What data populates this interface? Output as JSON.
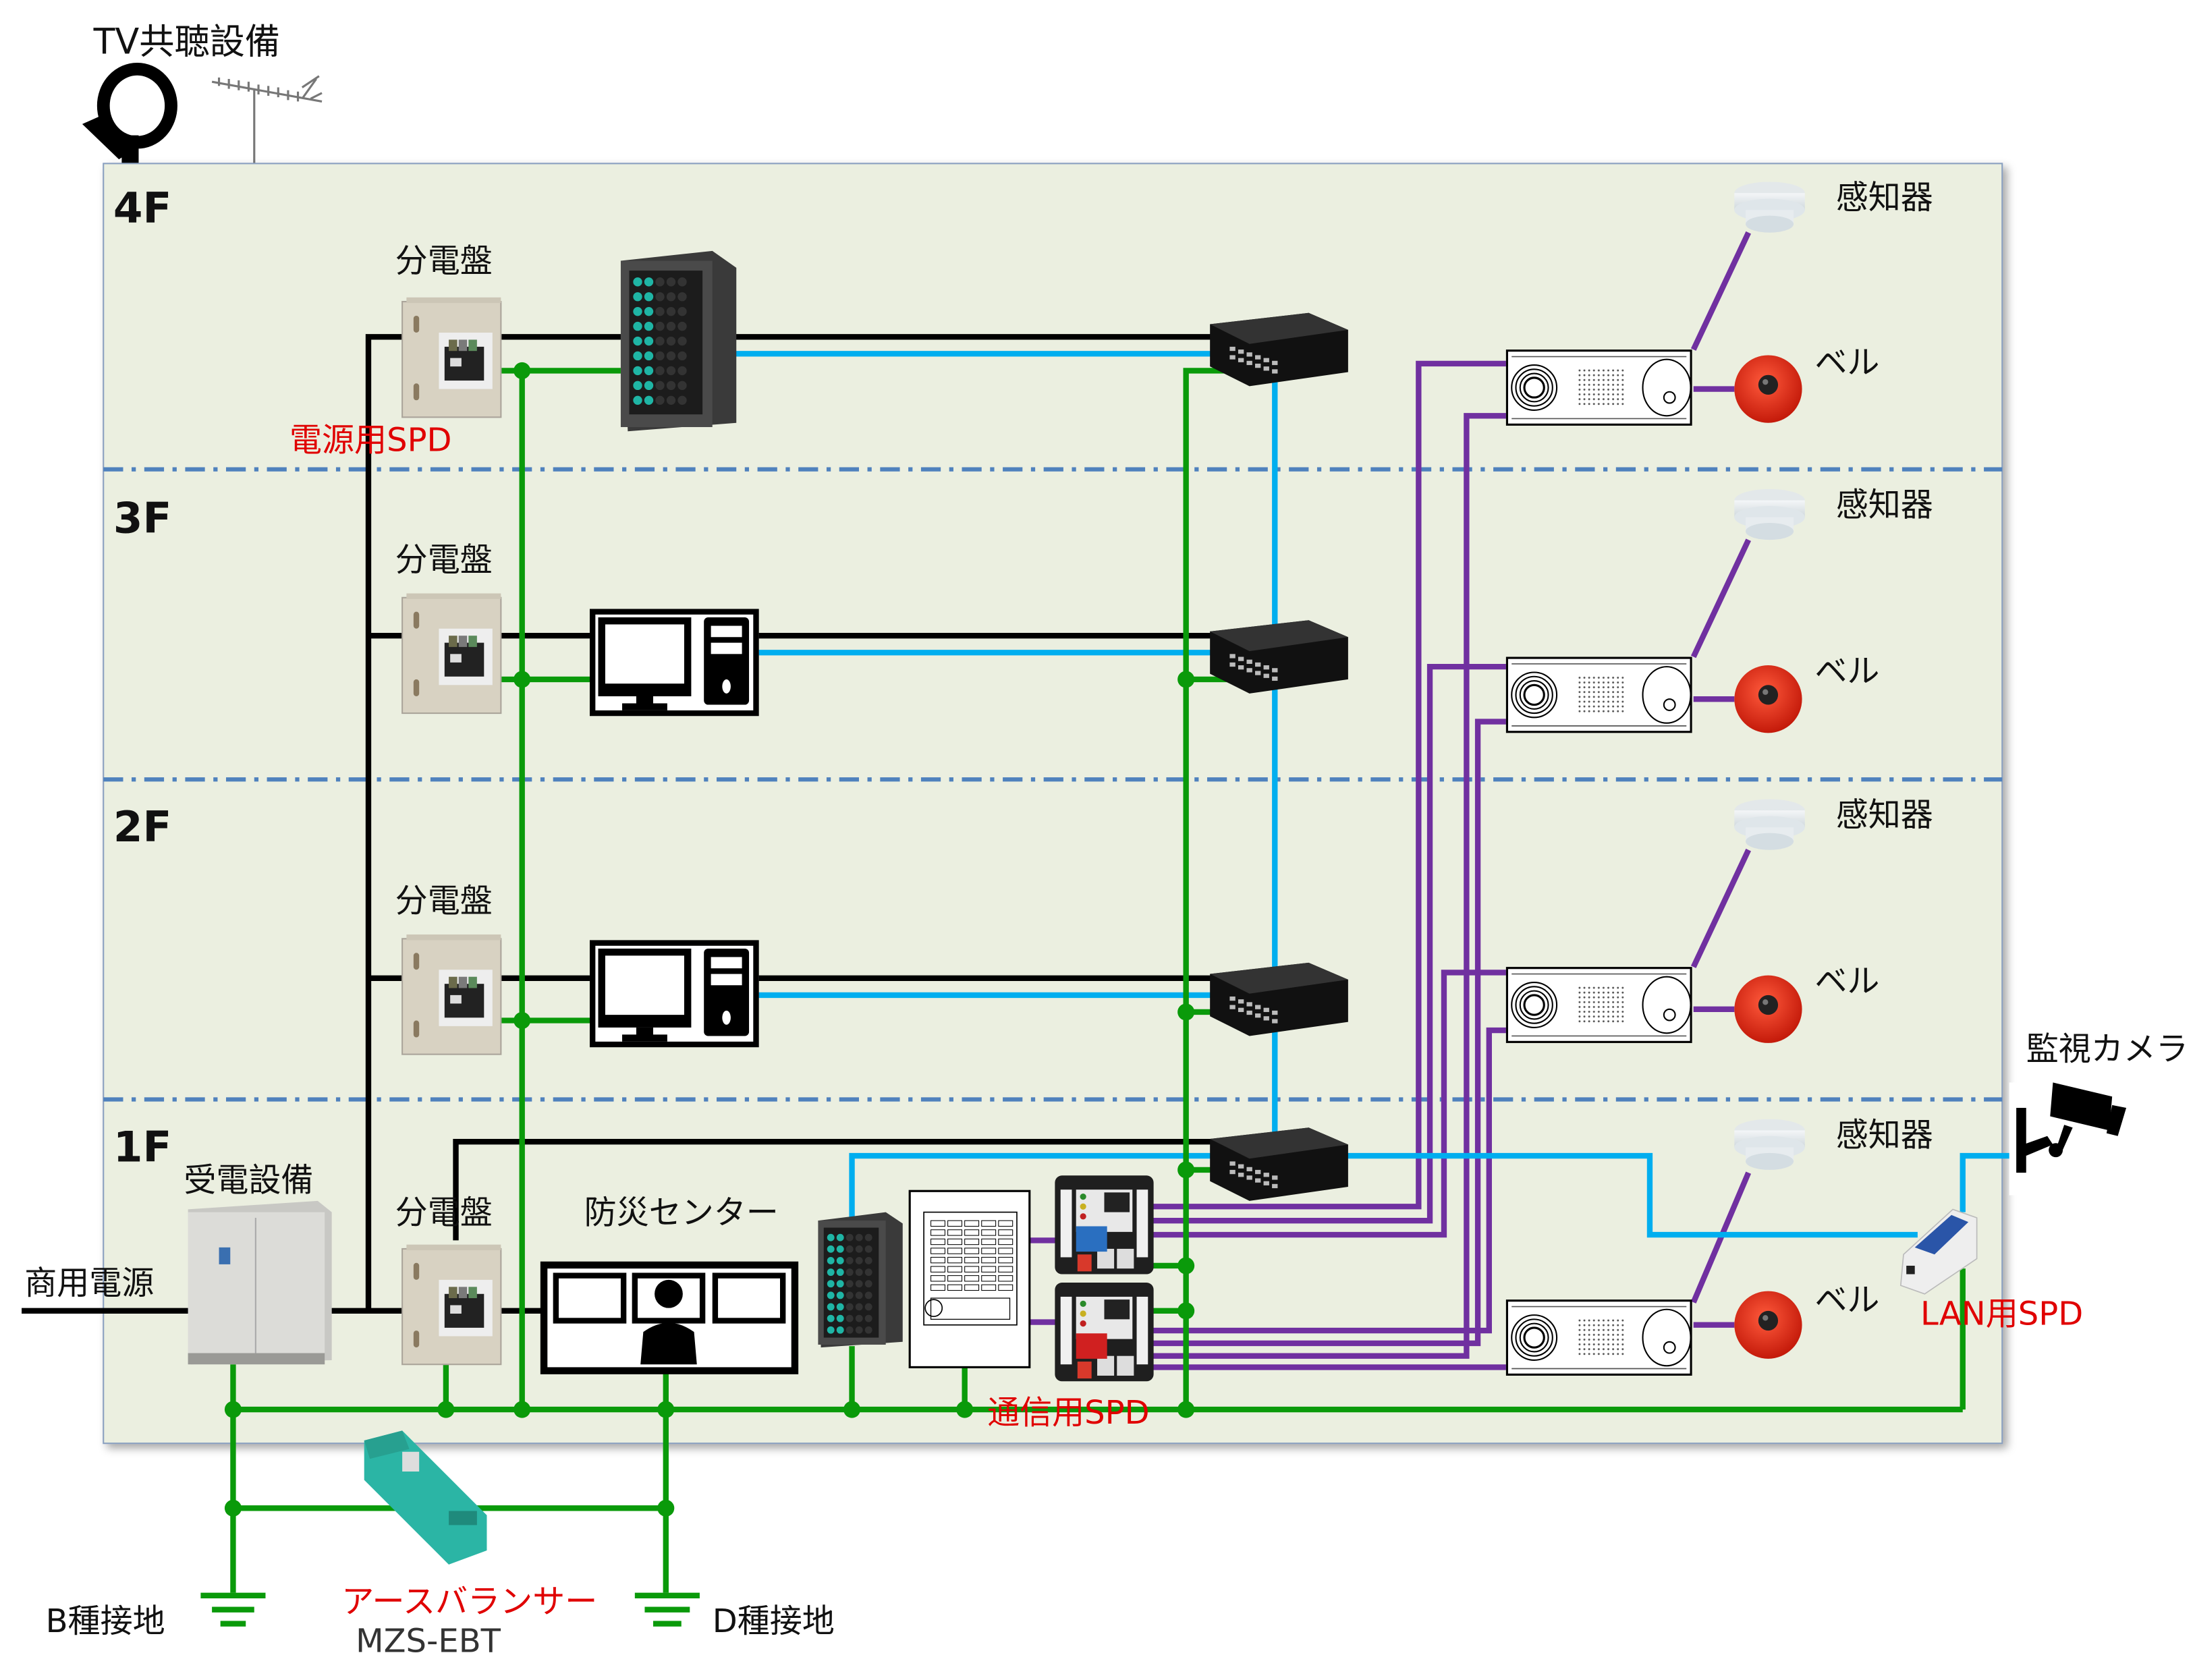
{
  "title": "TV共聴設備",
  "floors": [
    {
      "id": "4F",
      "label": "4F"
    },
    {
      "id": "3F",
      "label": "3F"
    },
    {
      "id": "2F",
      "label": "2F"
    },
    {
      "id": "1F",
      "label": "1F"
    }
  ],
  "labels": {
    "distribution_board": "分電盤",
    "power_spd": "電源用SPD",
    "detector": "感知器",
    "bell": "ベル",
    "camera": "監視カメラ",
    "lan_spd": "LAN用SPD",
    "comm_spd": "通信用SPD",
    "receiving_equipment": "受電設備",
    "commercial_power": "商用電源",
    "disaster_center": "防災センター",
    "earth_b": "B種接地",
    "earth_d": "D種接地",
    "earth_balancer": "アースバランサー",
    "earth_balancer_model": "MZS-EBT"
  },
  "devices": {
    "floor4_equipment": "server-rack",
    "floor3_equipment": "desktop-pc",
    "floor2_equipment": "desktop-pc",
    "floor1_equipment": "monitoring-center"
  },
  "legend_colors": {
    "power_line": "#000000",
    "earth_line": "#0a9a0a",
    "lan_line": "#00aeef",
    "fire_alarm_line": "#7030a0",
    "floor_divider": "#4f81bd",
    "building_fill": "#ebefe0",
    "spd_label": "#e00000"
  }
}
